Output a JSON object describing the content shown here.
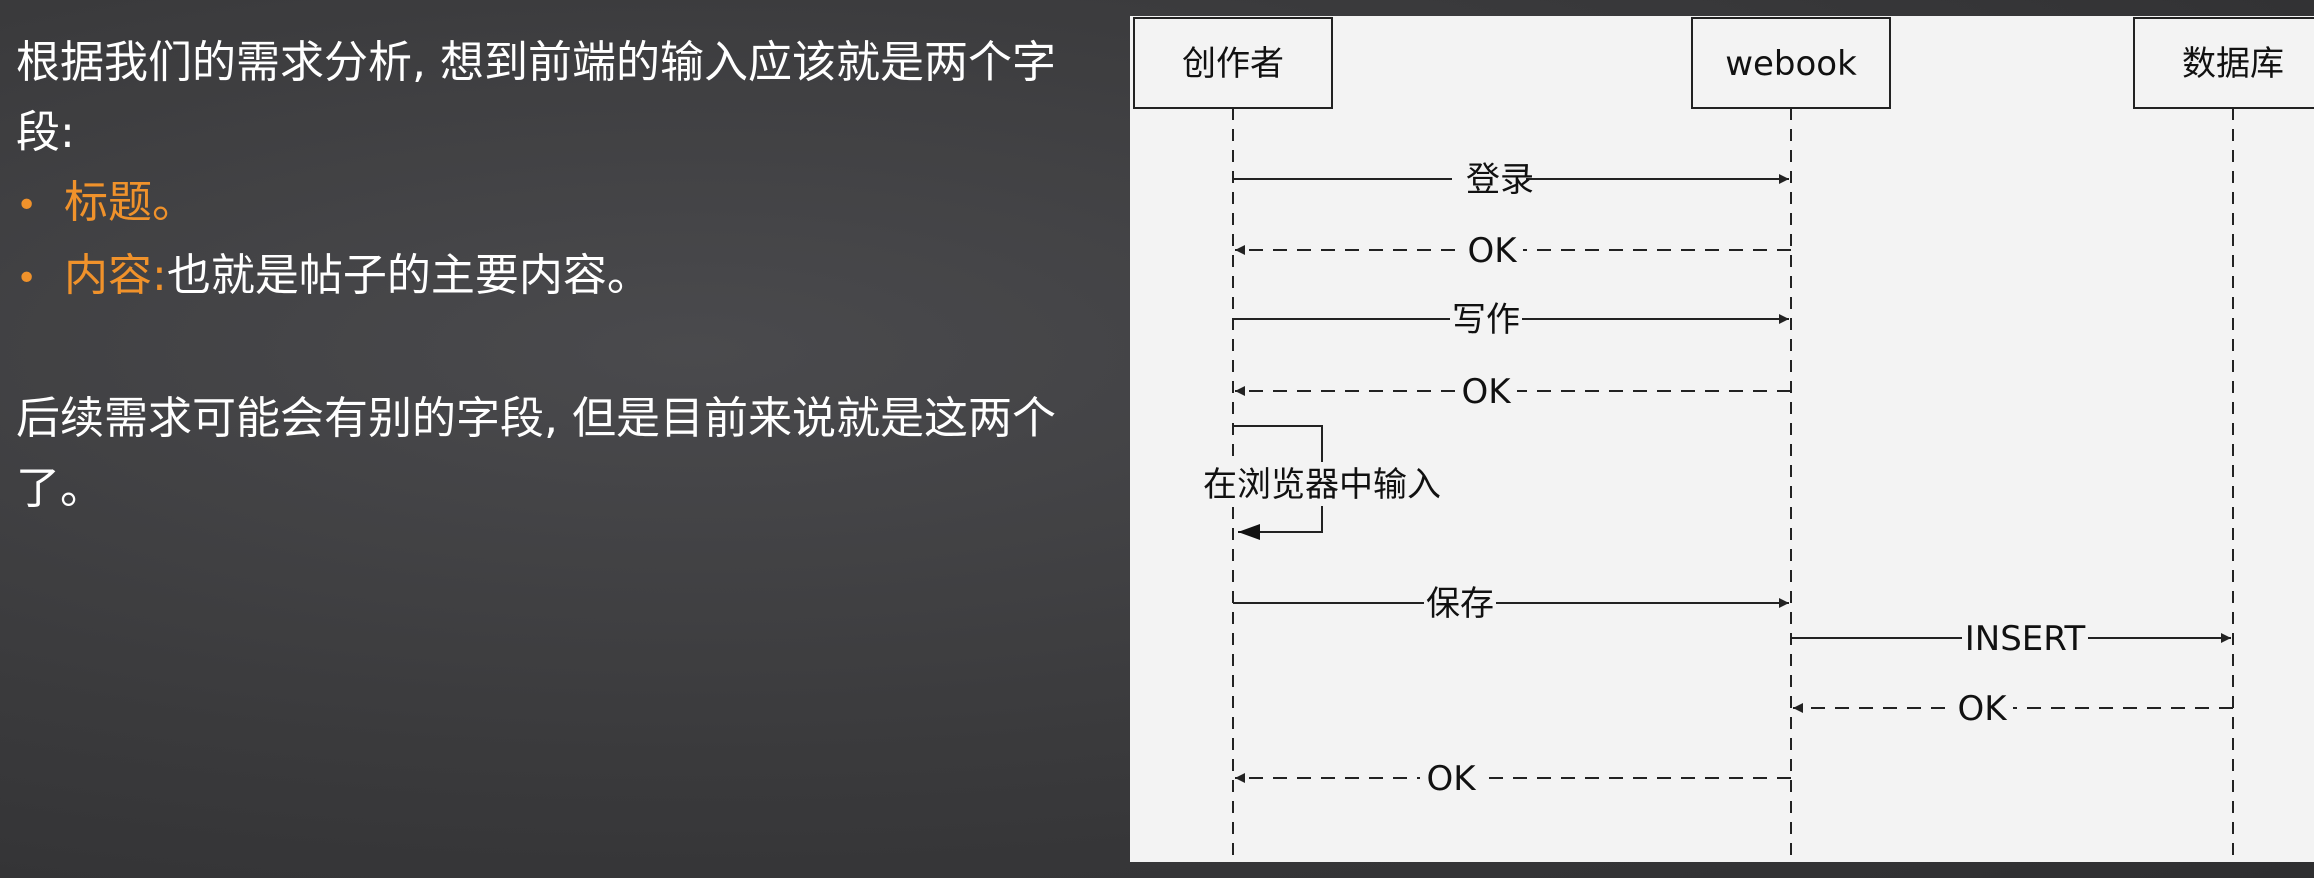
{
  "left_text": {
    "intro": "根据我们的需求分析, 想到前端的输入应该就是两个字段:",
    "bullets": [
      {
        "label": "标题。",
        "rest": ""
      },
      {
        "label": "内容:",
        "rest": " 也就是帖子的主要内容。"
      }
    ],
    "outro": "后续需求可能会有别的字段, 但是目前来说就是这两个了。"
  },
  "diagram": {
    "participants": [
      "创作者",
      "webook",
      "数据库"
    ],
    "messages": [
      {
        "from": 0,
        "to": 1,
        "label": "登录",
        "style": "solid"
      },
      {
        "from": 1,
        "to": 0,
        "label": "OK",
        "style": "dashed"
      },
      {
        "from": 0,
        "to": 1,
        "label": "写作",
        "style": "solid"
      },
      {
        "from": 1,
        "to": 0,
        "label": "OK",
        "style": "dashed"
      },
      {
        "from": 0,
        "to": 0,
        "label": "在浏览器中输入",
        "style": "self"
      },
      {
        "from": 0,
        "to": 1,
        "label": "保存",
        "style": "solid"
      },
      {
        "from": 1,
        "to": 2,
        "label": "INSERT",
        "style": "solid"
      },
      {
        "from": 2,
        "to": 1,
        "label": "OK",
        "style": "dashed"
      },
      {
        "from": 1,
        "to": 0,
        "label": "OK",
        "style": "dashed"
      }
    ]
  },
  "colors": {
    "accent": "#f0922b",
    "text": "#ffffff",
    "diagram_bg": "#f3f3f3",
    "line": "#222222"
  }
}
